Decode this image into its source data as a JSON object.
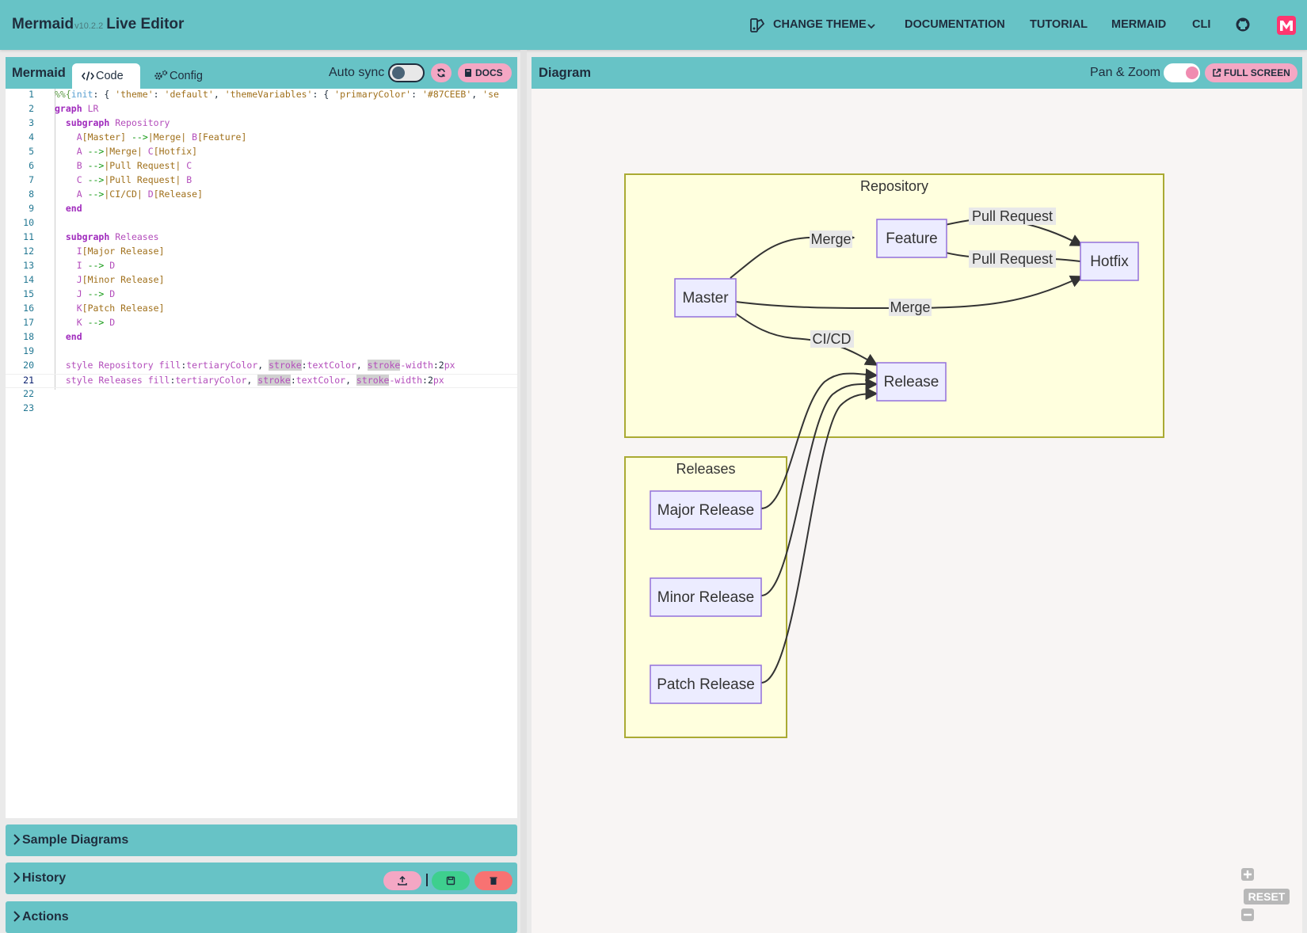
{
  "app": {
    "name": "Mermaid",
    "version": "v10.2.2",
    "subtitle": "Live Editor"
  },
  "nav": {
    "change_theme": "CHANGE THEME",
    "documentation": "DOCUMENTATION",
    "tutorial": "TUTORIAL",
    "mermaid": "MERMAID",
    "cli": "CLI"
  },
  "editor_panel": {
    "title": "Mermaid",
    "tab_code": "Code",
    "tab_config": "Config",
    "auto_sync_label": "Auto sync",
    "auto_sync_on": false,
    "docs_button": "DOCS",
    "active_line": 21,
    "lines": [
      "%%{init: { 'theme': 'default', 'themeVariables': { 'primaryColor': '#87CEEB', 'se",
      "graph LR",
      "  subgraph Repository",
      "    A[Master] -->|Merge| B[Feature]",
      "    A -->|Merge| C[Hotfix]",
      "    B -->|Pull Request| C",
      "    C -->|Pull Request| B",
      "    A -->|CI/CD| D[Release]",
      "  end",
      "",
      "  subgraph Releases",
      "    I[Major Release]",
      "    I --> D",
      "    J[Minor Release]",
      "    J --> D",
      "    K[Patch Release]",
      "    K --> D",
      "  end",
      "",
      "  style Repository fill:tertiaryColor, stroke:textColor, stroke-width:2px",
      "  style Releases fill:tertiaryColor, stroke:textColor, stroke-width:2px",
      "",
      ""
    ]
  },
  "sections": {
    "sample_diagrams": "Sample Diagrams",
    "history": "History",
    "actions": "Actions"
  },
  "diagram_panel": {
    "title": "Diagram",
    "pan_zoom_label": "Pan & Zoom",
    "pan_zoom_on": true,
    "full_screen_button": "FULL SCREEN",
    "reset_label": "RESET"
  },
  "diagram": {
    "subgraph_repository": "Repository",
    "subgraph_releases": "Releases",
    "node_master": "Master",
    "node_feature": "Feature",
    "node_hotfix": "Hotfix",
    "node_release": "Release",
    "node_major": "Major Release",
    "node_minor": "Minor Release",
    "node_patch": "Patch Release",
    "edge_master_feature": "Merge",
    "edge_master_hotfix": "Merge",
    "edge_feature_hotfix": "Pull Request",
    "edge_hotfix_feature": "Pull Request",
    "edge_master_release": "CI/CD"
  },
  "colors": {
    "header_bg": "#67c3c6",
    "node_fill": "#ECECFF",
    "node_stroke": "#9370DB",
    "subgraph_fill": "#ffffde",
    "subgraph_stroke": "#aaaa33",
    "pink_button": "#f4a7c4",
    "green_button": "#3ecf8e",
    "red_button": "#f87272"
  }
}
